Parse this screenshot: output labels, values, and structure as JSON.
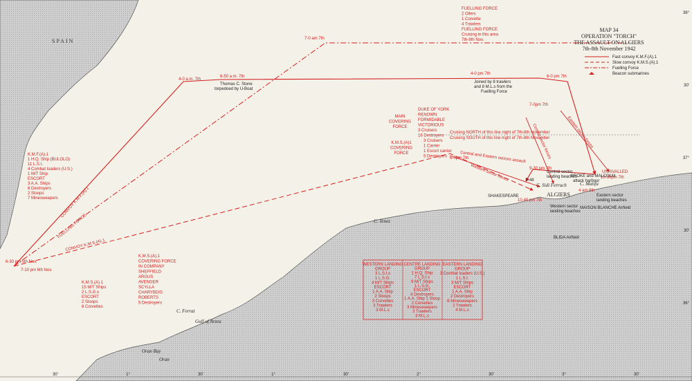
{
  "title": {
    "line1": "MAP 34",
    "line2": "OPERATION \"TORCH\"",
    "line3": "THE ASSAULT ON ALGIERS",
    "line4": "7th-8th November 1942"
  },
  "legend": {
    "fast": "Fast convoy K.M.F.(A).1",
    "slow": "Slow convoy K.M.S.(A).1",
    "fuel": "Fuelling Force",
    "beacon": "Beacon submarines"
  },
  "places": {
    "spain": "SPAIN",
    "oran_bay": "Oran Bay",
    "oran": "Oran",
    "c_ferrat": "C. Ferrat",
    "gulf_arzeu": "Gulf of Arzeu",
    "c_tenez": "C. Tenez",
    "c_sidi_ferruch": "C. Sidi Ferruch",
    "algiers": "ALGIERS",
    "c_matifu": "C. Matifu",
    "blida": "BLIDA Airfield",
    "maison_blanche": "MAISON BLANCHE Airfield"
  },
  "labels": {
    "t_7am": "7-0 am 7th",
    "t_4am": "4-0 a.m. 7th",
    "t_650am": "6-50 a.m. 7th",
    "stone1": "Thomas C. Stone",
    "stone2": "torpedoed by U-Boat",
    "t_4pm": "4-0 pm 7th",
    "t_6pm": "6-0 pm 7th",
    "t_7pm": "7-0pm 7th",
    "joined1": "Joined by 8 trawlers",
    "joined2": "and 8 M.L.s from the",
    "joined3": "Fuelling Force",
    "t_930pm": "9-30 pm 7th",
    "t_1045pm": "10-45 pm 7th",
    "t_1030pm": "10-30pm 7th",
    "t_4am8": "4 am 8th",
    "t_630pm": "6-30 pm 5th Nov.",
    "t_710pm": "7-10 pm 6th Nov.",
    "t_6pm_e": "6-0pm 7th",
    "p48": "P.48",
    "shakespeare": "SHAKESPEARE",
    "unrivalled": "UNRIVALLED",
    "broke1": "BROKE and MALCOLM",
    "broke2": "attack harbour",
    "central_beaches1": "Central sector",
    "central_beaches2": "landing beaches",
    "eastern_beaches1": "Eastern sector",
    "eastern_beaches2": "landing beaches",
    "western_beaches1": "Western sector",
    "western_beaches2": "landing beaches",
    "convoy_kmf": "CONVOY K.M.F.(A).1",
    "convoy_kms": "CONVOY K.M.S.(A).1",
    "fuelling_diag": "FUELLING FORCE",
    "eastern_forces": "Eastern sector forces",
    "central_forces": "Central sector forces",
    "western_forces": "Western sector forces",
    "central_eastern": "Central and Eastern sectors assault",
    "cruising_north": "Cruising NORTH of this line night of 7th-8th November",
    "cruising_south": "Cruising SOUTH of this line night of 7th-8th November"
  },
  "fuelling_box": {
    "lines": [
      "FUELLING FORCE",
      "2 Oilers",
      "1 Corvette",
      "4 Trawlers",
      "FUELLING FORCE",
      "Cruising in this area",
      "7th-8th Nov."
    ]
  },
  "kmf_box": {
    "lines": [
      "K.M.F.(A).1",
      "1 H.Q. Ship (BULOLO)",
      "11 L.S.I.",
      "4 Combat loaders (U.S.)",
      "1 M/T Ship",
      "ESCORT",
      "3 A.A. Ships",
      "6 Destroyers",
      "2 Sloops",
      "7 Minesweepers"
    ]
  },
  "kms_box": {
    "lines": [
      "K.M.S.(A).1",
      "15 M/T Ships",
      "2 L.S.G.s",
      "ESCORT",
      "2 Sloops",
      "6 Corvettes"
    ]
  },
  "kms_cover": {
    "lines": [
      "K.M.S.(A).1",
      "COVERING FORCE",
      "IN COMPANY",
      "SHEFFIELD",
      "ARGUS",
      "AVENGER",
      "SCYLLA",
      "CHARYBDIS",
      "ROBERTS",
      "5 Destroyers"
    ]
  },
  "main_cover": {
    "heading": [
      "MAIN",
      "COVERING",
      "FORCE"
    ],
    "lines": [
      "DUKE OF YORK",
      "RENOWN",
      "FORMIDABLE",
      "VICTORIOUS",
      "3 Cruisers",
      "16 Destroyers"
    ]
  },
  "kms_a1_cover": {
    "heading": [
      "K.M.S.(A)1",
      "COVERING",
      "FORCE"
    ],
    "lines": [
      "3 Cruisers",
      "1 Carrier",
      "1 Escort carrier",
      "5 Destroyers"
    ]
  },
  "landing_table": {
    "western": [
      "WESTERN LANDING",
      "GROUP",
      "3 L.S.I.s",
      "1 L.S.G.",
      "4 M/T Ships",
      "ESCORT",
      "1 A.A. Ship",
      "2 Sloops",
      "3 Corvettes",
      "3 Trawlers",
      "3 M.L.s"
    ],
    "centre": [
      "CENTRE LANDING",
      "GROUP",
      "1 H.Q. Ship",
      "7 L.S.I.s",
      "9 M/T Ships",
      "1 L.S.G.",
      "ESCORT",
      "4 Destroyers",
      "1 A.A. Ship 1 Sloop",
      "2 Corvettes",
      "3 Minesweepers",
      "3 Trawlers",
      "3 M.L.s"
    ],
    "eastern": [
      "EASTERN LANDING",
      "GROUP",
      "3 Combat loaders (U.S.)",
      "1 L.S.I.",
      "3 M/T Ships",
      "ESCORT",
      "1 A.A. Ship",
      "2 Destroyers",
      "6 Minesweepers",
      "2 Trawlers",
      "4 M.L.s"
    ]
  },
  "grid": {
    "bottom": [
      "30'",
      "1°",
      "30'",
      "1°",
      "30'",
      "2°",
      "30'",
      "3°",
      "30'"
    ],
    "right": [
      "38°",
      "30'",
      "37°",
      "30'",
      "36°"
    ]
  },
  "colors": {
    "red": "#d42020",
    "land": "#c8c8c8",
    "sea": "#f4f1e8"
  }
}
